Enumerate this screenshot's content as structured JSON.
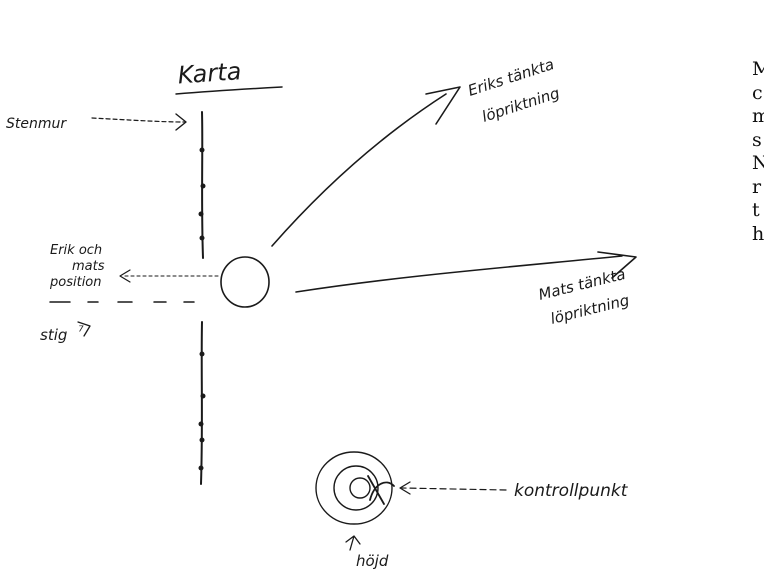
{
  "labels": {
    "title": "Karta",
    "stenmur": "Stenmur",
    "erik_line1": "Eriks tänkta",
    "erik_line2": "löpriktning",
    "position_line1": "Erik och",
    "position_line2": "mats",
    "position_line3": "position",
    "stig": "stig",
    "mats_line1": "Mats tänkta",
    "mats_line2": "löpriktning",
    "kontrollpunkt": "kontrollpunkt",
    "hojd": "höjd"
  },
  "side_text": [
    "M",
    "c",
    "m",
    "s",
    "N",
    "r",
    "t",
    "h"
  ]
}
